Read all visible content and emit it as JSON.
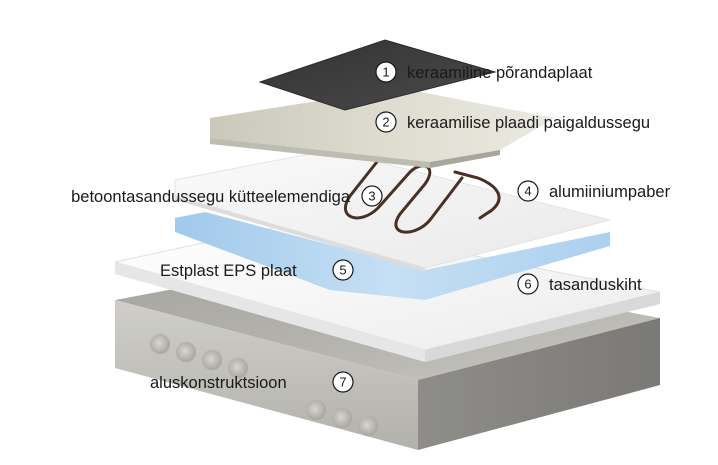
{
  "layers": [
    {
      "number": "1",
      "label": "keraamiline põrandaplaat"
    },
    {
      "number": "2",
      "label": "keraamilise plaadi paigaldussegu"
    },
    {
      "number": "3",
      "label": "betoontasandussegu kütteelemendiga"
    },
    {
      "number": "4",
      "label": "alumiiniumpaber"
    },
    {
      "number": "5",
      "label": "Estplast EPS plaat"
    },
    {
      "number": "6",
      "label": "tasanduskiht"
    },
    {
      "number": "7",
      "label": "aluskonstruktsioon"
    }
  ],
  "colors": {
    "tile": "#3c3c3c",
    "adhesive": "#d7d6ca",
    "screed": "#f3f3f3",
    "foil": "#b8d6f0",
    "eps": "#f6f6f6",
    "slab": "#a9a8a3",
    "pipe": "#4a2f24"
  }
}
